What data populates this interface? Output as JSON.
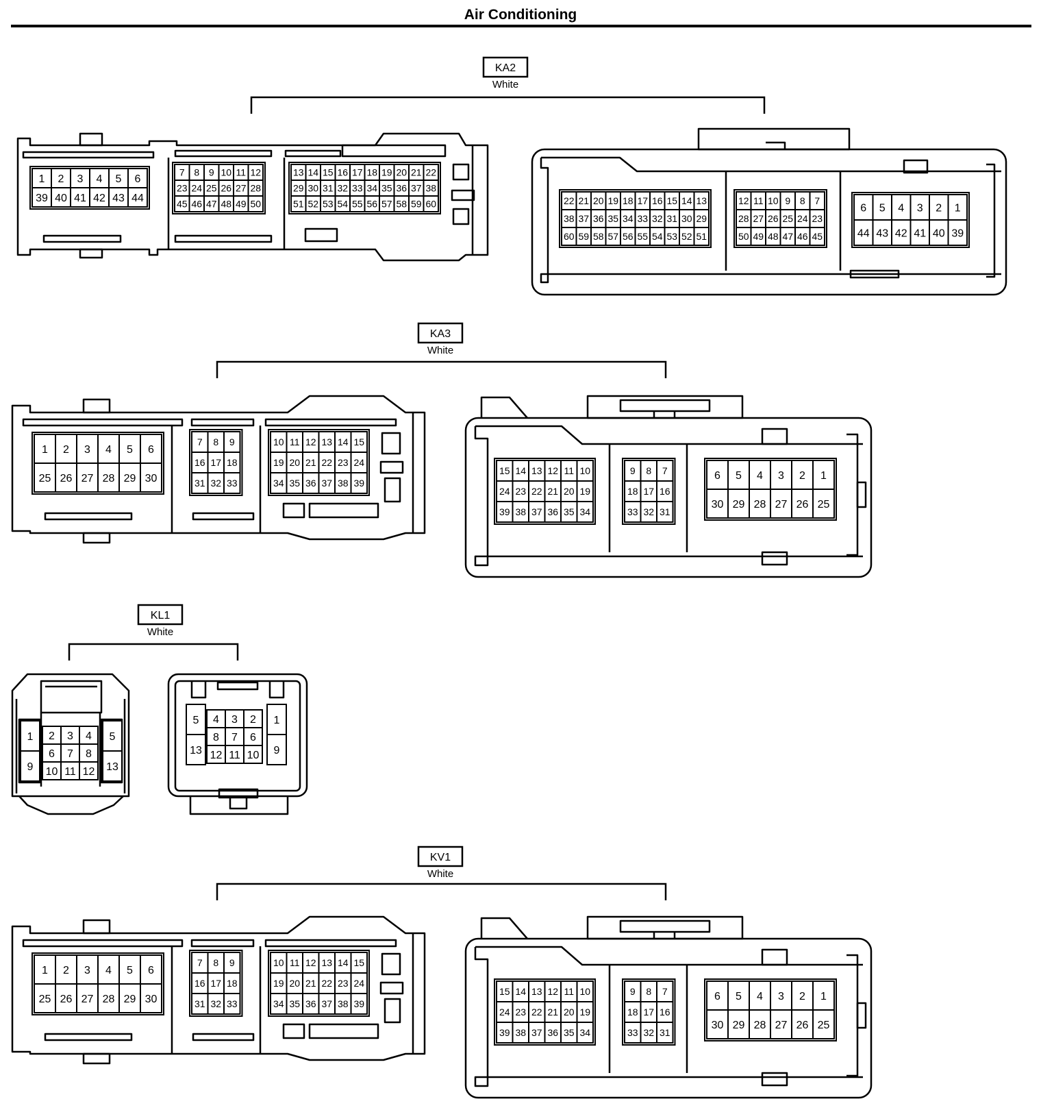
{
  "page_title": "Air Conditioning",
  "connectors": [
    {
      "code": "KA2",
      "color": "White",
      "plugs": [
        {
          "blocks": [
            [
              [
                "1",
                "2",
                "3",
                "4",
                "5",
                "6"
              ],
              [
                "39",
                "40",
                "41",
                "42",
                "43",
                "44"
              ]
            ],
            [
              [
                "7",
                "8",
                "9",
                "10",
                "11",
                "12"
              ],
              [
                "23",
                "24",
                "25",
                "26",
                "27",
                "28"
              ],
              [
                "45",
                "46",
                "47",
                "48",
                "49",
                "50"
              ]
            ],
            [
              [
                "13",
                "14",
                "15",
                "16",
                "17",
                "18",
                "19",
                "20",
                "21",
                "22"
              ],
              [
                "29",
                "30",
                "31",
                "32",
                "33",
                "34",
                "35",
                "36",
                "37",
                "38"
              ],
              [
                "51",
                "52",
                "53",
                "54",
                "55",
                "56",
                "57",
                "58",
                "59",
                "60"
              ]
            ]
          ]
        },
        {
          "blocks": [
            [
              [
                "22",
                "21",
                "20",
                "19",
                "18",
                "17",
                "16",
                "15",
                "14",
                "13"
              ],
              [
                "38",
                "37",
                "36",
                "35",
                "34",
                "33",
                "32",
                "31",
                "30",
                "29"
              ],
              [
                "60",
                "59",
                "58",
                "57",
                "56",
                "55",
                "54",
                "53",
                "52",
                "51"
              ]
            ],
            [
              [
                "12",
                "11",
                "10",
                "9",
                "8",
                "7"
              ],
              [
                "28",
                "27",
                "26",
                "25",
                "24",
                "23"
              ],
              [
                "50",
                "49",
                "48",
                "47",
                "46",
                "45"
              ]
            ],
            [
              [
                "6",
                "5",
                "4",
                "3",
                "2",
                "1"
              ],
              [
                "44",
                "43",
                "42",
                "41",
                "40",
                "39"
              ]
            ]
          ]
        }
      ]
    },
    {
      "code": "KA3",
      "color": "White",
      "plugs": [
        {
          "blocks": [
            [
              [
                "1",
                "2",
                "3",
                "4",
                "5",
                "6"
              ],
              [
                "25",
                "26",
                "27",
                "28",
                "29",
                "30"
              ]
            ],
            [
              [
                "7",
                "8",
                "9"
              ],
              [
                "16",
                "17",
                "18"
              ],
              [
                "31",
                "32",
                "33"
              ]
            ],
            [
              [
                "10",
                "11",
                "12",
                "13",
                "14",
                "15"
              ],
              [
                "19",
                "20",
                "21",
                "22",
                "23",
                "24"
              ],
              [
                "34",
                "35",
                "36",
                "37",
                "38",
                "39"
              ]
            ]
          ]
        },
        {
          "blocks": [
            [
              [
                "15",
                "14",
                "13",
                "12",
                "11",
                "10"
              ],
              [
                "24",
                "23",
                "22",
                "21",
                "20",
                "19"
              ],
              [
                "39",
                "38",
                "37",
                "36",
                "35",
                "34"
              ]
            ],
            [
              [
                "9",
                "8",
                "7"
              ],
              [
                "18",
                "17",
                "16"
              ],
              [
                "33",
                "32",
                "31"
              ]
            ],
            [
              [
                "6",
                "5",
                "4",
                "3",
                "2",
                "1"
              ],
              [
                "30",
                "29",
                "28",
                "27",
                "26",
                "25"
              ]
            ]
          ]
        }
      ]
    },
    {
      "code": "KL1",
      "color": "White",
      "plugs": [
        {
          "left_col": [
            "1",
            "9"
          ],
          "center": [
            [
              "2",
              "3",
              "4"
            ],
            [
              "6",
              "7",
              "8"
            ],
            [
              "10",
              "11",
              "12"
            ]
          ],
          "right_col": [
            "5",
            "13"
          ]
        },
        {
          "left_col": [
            "5",
            "13"
          ],
          "center": [
            [
              "4",
              "3",
              "2"
            ],
            [
              "8",
              "7",
              "6"
            ],
            [
              "12",
              "11",
              "10"
            ]
          ],
          "right_col": [
            "1",
            "9"
          ]
        }
      ]
    },
    {
      "code": "KV1",
      "color": "White",
      "plugs": [
        {
          "blocks": [
            [
              [
                "1",
                "2",
                "3",
                "4",
                "5",
                "6"
              ],
              [
                "25",
                "26",
                "27",
                "28",
                "29",
                "30"
              ]
            ],
            [
              [
                "7",
                "8",
                "9"
              ],
              [
                "16",
                "17",
                "18"
              ],
              [
                "31",
                "32",
                "33"
              ]
            ],
            [
              [
                "10",
                "11",
                "12",
                "13",
                "14",
                "15"
              ],
              [
                "19",
                "20",
                "21",
                "22",
                "23",
                "24"
              ],
              [
                "34",
                "35",
                "36",
                "37",
                "38",
                "39"
              ]
            ]
          ]
        },
        {
          "blocks": [
            [
              [
                "15",
                "14",
                "13",
                "12",
                "11",
                "10"
              ],
              [
                "24",
                "23",
                "22",
                "21",
                "20",
                "19"
              ],
              [
                "39",
                "38",
                "37",
                "36",
                "35",
                "34"
              ]
            ],
            [
              [
                "9",
                "8",
                "7"
              ],
              [
                "18",
                "17",
                "16"
              ],
              [
                "33",
                "32",
                "31"
              ]
            ],
            [
              [
                "6",
                "5",
                "4",
                "3",
                "2",
                "1"
              ],
              [
                "30",
                "29",
                "28",
                "27",
                "26",
                "25"
              ]
            ]
          ]
        }
      ]
    }
  ]
}
